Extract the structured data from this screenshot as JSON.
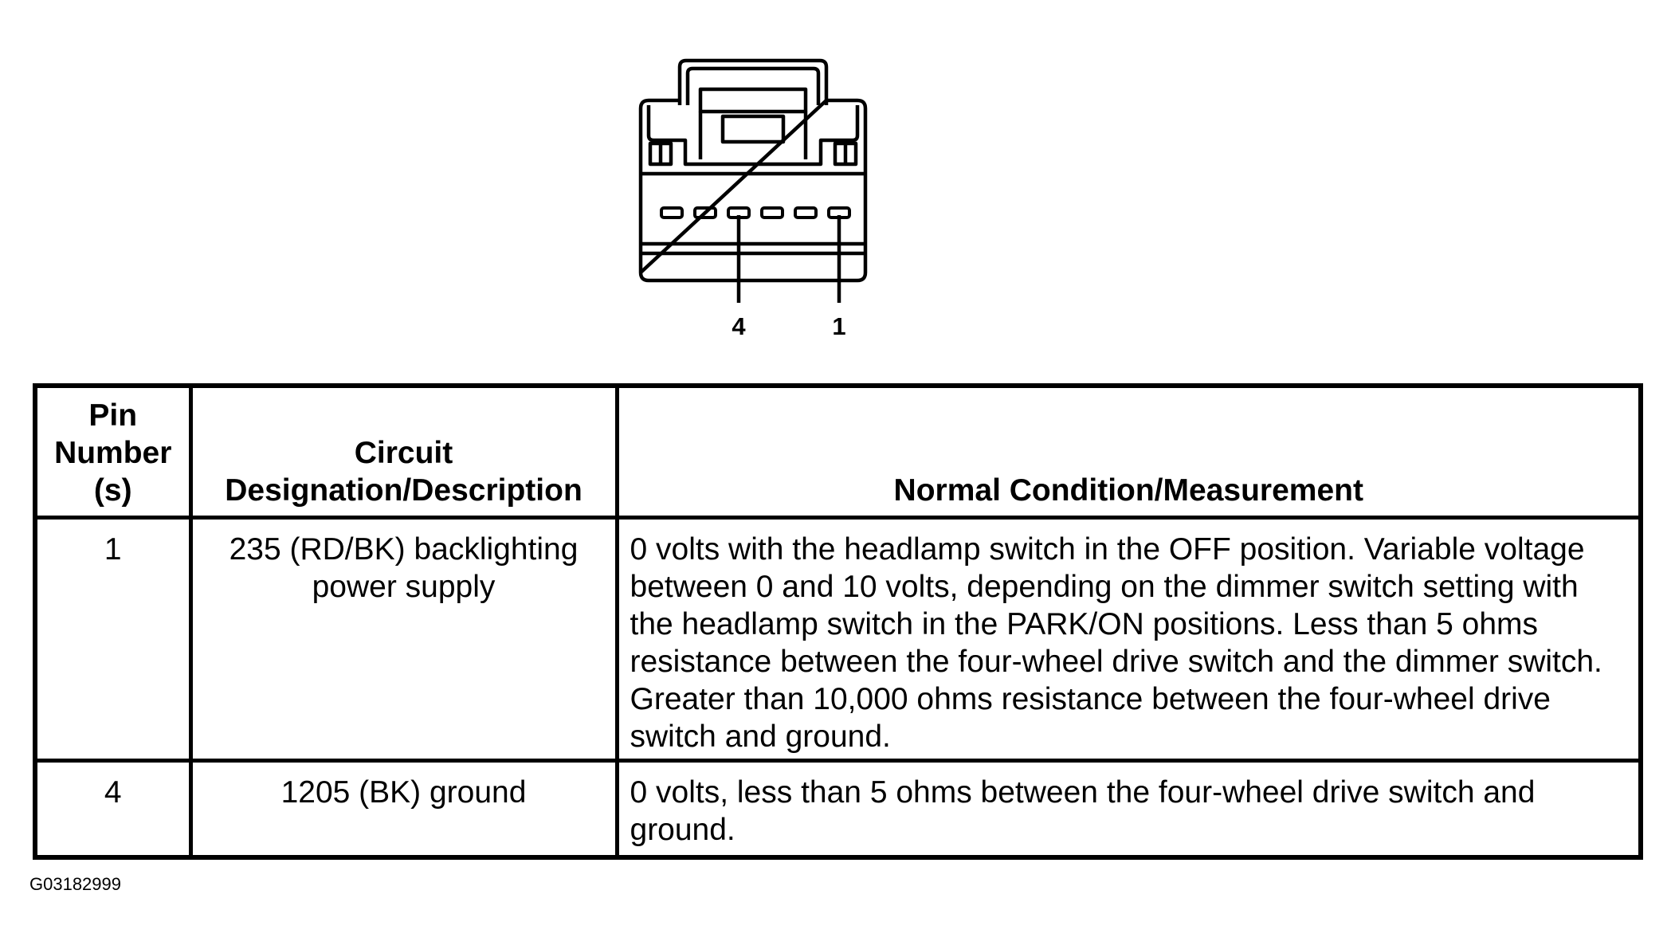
{
  "connector": {
    "pin_labels": [
      "4",
      "1"
    ]
  },
  "table": {
    "headers": {
      "pin": "Pin Number (s)",
      "circuit": "Circuit Designation/Description",
      "condition": "Normal Condition/Measurement"
    },
    "rows": [
      {
        "pin": "1",
        "circuit": "235 (RD/BK) backlighting power supply",
        "condition": "0 volts with the headlamp switch in the OFF position. Variable voltage between 0 and 10 volts, depending on the dimmer switch setting with the headlamp switch in the PARK/ON positions. Less than 5 ohms resistance between the four-wheel drive switch and the dimmer switch. Greater than 10,000 ohms resistance between the four-wheel drive switch and ground."
      },
      {
        "pin": "4",
        "circuit": "1205 (BK) ground",
        "condition": "0 volts, less than 5 ohms between the four-wheel drive switch and ground."
      }
    ]
  },
  "figure_code": "G03182999"
}
